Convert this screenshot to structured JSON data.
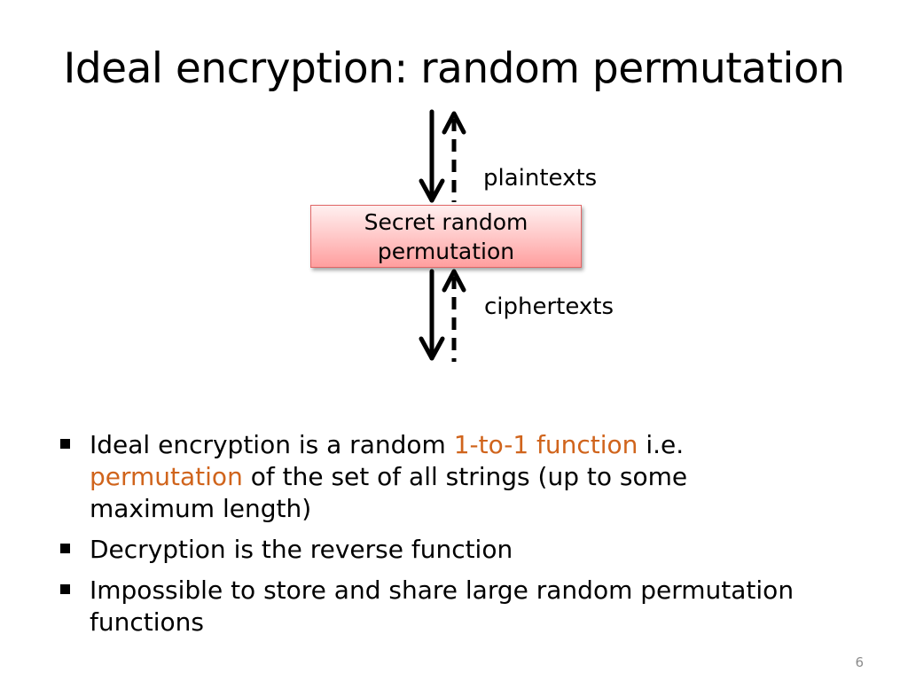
{
  "title": "Ideal encryption: random permutation",
  "diagram": {
    "box_label_line1": "Secret random",
    "box_label_line2": "permutation",
    "top_label": "plaintexts",
    "bottom_label": "ciphertexts"
  },
  "bullets": [
    {
      "parts": [
        {
          "text": "Ideal encryption is a random ",
          "accent": false
        },
        {
          "text": "1-to-1 function",
          "accent": true
        },
        {
          "text": " i.e. ",
          "accent": false
        },
        {
          "text": "permutation",
          "accent": true
        },
        {
          "text": " of the set of all strings (up to some maximum length)",
          "accent": false
        }
      ]
    },
    {
      "parts": [
        {
          "text": "Decryption is the reverse function",
          "accent": false
        }
      ]
    },
    {
      "parts": [
        {
          "text": "Impossible to store and share large random permutation functions",
          "accent": false
        }
      ]
    }
  ],
  "colors": {
    "accent": "#d0641c",
    "box_fill": "#ffc4c4",
    "box_border": "#e06666"
  },
  "page_number": "6"
}
